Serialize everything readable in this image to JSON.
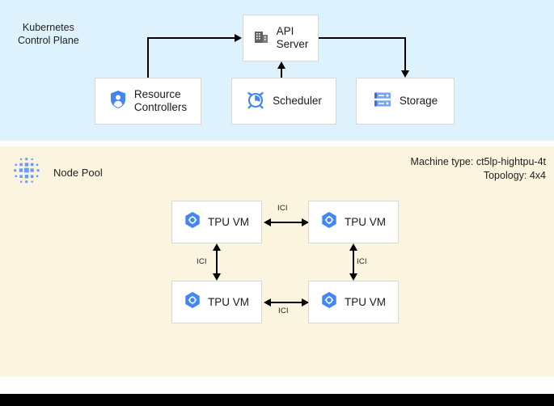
{
  "control_plane": {
    "title": "Kubernetes\nControl Plane",
    "background_color": "#ddf2fd",
    "nodes": [
      {
        "id": "api-server",
        "label": "API\nServer",
        "icon": "building-icon"
      },
      {
        "id": "resource-controllers",
        "label": "Resource\nControllers",
        "icon": "shield-user-icon"
      },
      {
        "id": "scheduler",
        "label": "Scheduler",
        "icon": "alarm-clock-icon"
      },
      {
        "id": "storage",
        "label": "Storage",
        "icon": "server-rack-icon"
      }
    ],
    "edges": [
      {
        "from": "resource-controllers",
        "to": "api-server",
        "direction": "to-api-server"
      },
      {
        "from": "scheduler",
        "to": "api-server",
        "direction": "to-api-server"
      },
      {
        "from": "api-server",
        "to": "storage",
        "direction": "to-storage"
      }
    ]
  },
  "node_pool": {
    "title": "Node Pool",
    "icon": "dot-cluster-icon",
    "background_color": "#fbf5e0",
    "machine_type": "Machine type: ct5lp-hightpu-4t",
    "topology": "Topology: 4x4",
    "vms": [
      {
        "id": "tpu-vm-1",
        "label": "TPU VM",
        "icon": "tpu-hexagon-icon"
      },
      {
        "id": "tpu-vm-2",
        "label": "TPU VM",
        "icon": "tpu-hexagon-icon"
      },
      {
        "id": "tpu-vm-3",
        "label": "TPU VM",
        "icon": "tpu-hexagon-icon"
      },
      {
        "id": "tpu-vm-4",
        "label": "TPU VM",
        "icon": "tpu-hexagon-icon"
      }
    ],
    "interconnects": [
      {
        "id": "ici-top",
        "label": "ICI",
        "between": [
          "tpu-vm-1",
          "tpu-vm-2"
        ],
        "orientation": "horizontal"
      },
      {
        "id": "ici-left",
        "label": "ICI",
        "between": [
          "tpu-vm-1",
          "tpu-vm-3"
        ],
        "orientation": "vertical"
      },
      {
        "id": "ici-right",
        "label": "ICI",
        "between": [
          "tpu-vm-2",
          "tpu-vm-4"
        ],
        "orientation": "vertical"
      },
      {
        "id": "ici-bottom",
        "label": "ICI",
        "between": [
          "tpu-vm-3",
          "tpu-vm-4"
        ],
        "orientation": "horizontal"
      }
    ]
  },
  "colors": {
    "accent_blue": "#4285f4",
    "icon_gray": "#5f6368",
    "panel_blue": "#ddf2fd",
    "panel_cream": "#fbf5e0",
    "box_border": "#d8d8d8",
    "connector": "#000000"
  }
}
